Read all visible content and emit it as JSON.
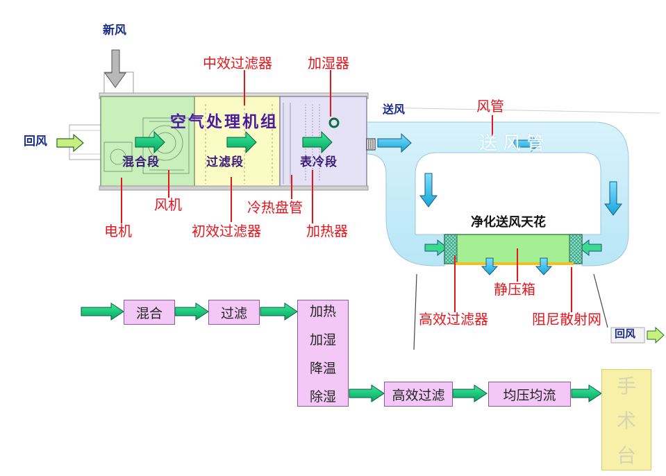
{
  "labels": {
    "fresh_air": "新风",
    "return_air_left": "回风",
    "return_air_right": "回风",
    "supply_air": "送风",
    "duct": "风管",
    "supply_duct": "送风管",
    "ahu": "空气处理机组",
    "medium_filter": "中效过滤器",
    "humidifier": "加湿器",
    "mixing_section": "混合段",
    "filter_section": "过滤段",
    "cooling_section": "表冷段",
    "fan": "风机",
    "motor": "电机",
    "coil": "冷热盘管",
    "primary_filter": "初效过滤器",
    "heater": "加热器",
    "ceiling": "净化送风天花",
    "plenum": "静压箱",
    "hepa": "高效过滤器",
    "diffuser": "阻尼散射网"
  },
  "flow": {
    "mix": "混合",
    "filter": "过滤",
    "process": [
      "加热",
      "加湿",
      "降温",
      "除湿"
    ],
    "hepa": "高效过滤",
    "equalize": "均压均流",
    "table": [
      "手",
      "术",
      "台"
    ]
  },
  "colors": {
    "label_red": "#e8141b",
    "label_navy": "#1a2c8c",
    "arrow_green": "#00c070",
    "duct_blue": "#c8ecf8",
    "flow_box": "#f4c8f6",
    "ahu_green": "#c9f0bb",
    "ahu_yellow": "#fbfbc6",
    "ahu_purple": "#e6e2f6"
  }
}
